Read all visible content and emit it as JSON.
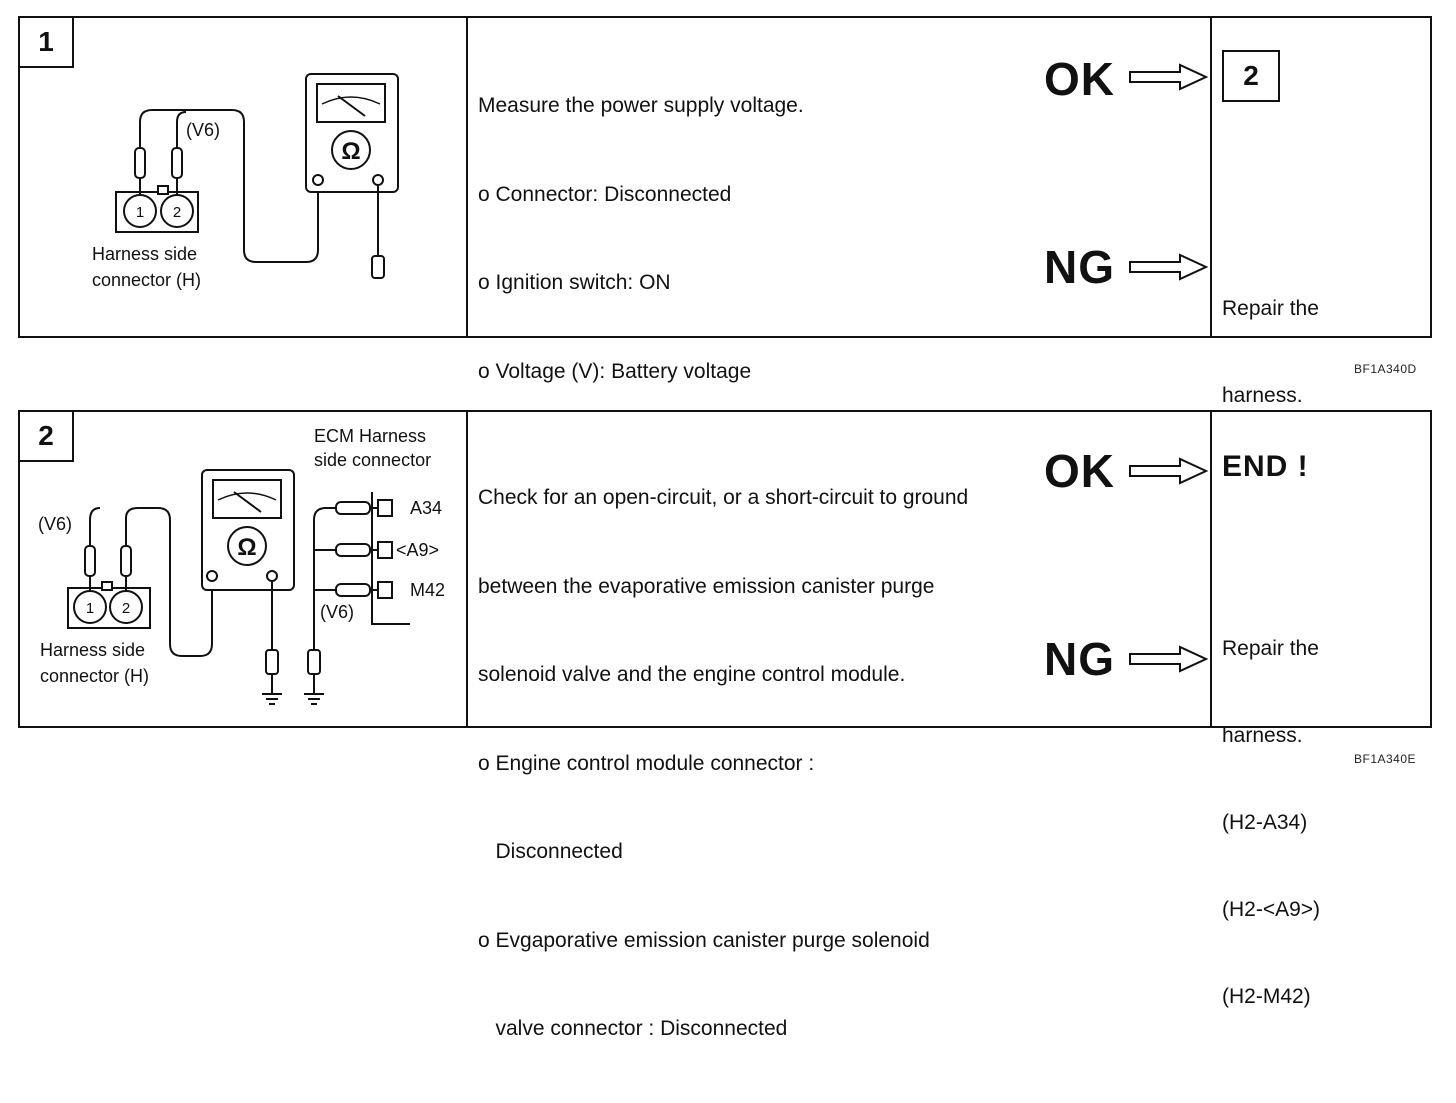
{
  "step1": {
    "number": "1",
    "diagram": {
      "wire_label": "(V6)",
      "pin1": "1",
      "pin2": "2",
      "meter_symbol": "Ω",
      "connector_label_line1": "Harness side",
      "connector_label_line2": "connector (H)"
    },
    "instructions": [
      "Measure the power supply voltage.",
      "o Connector: Disconnected",
      "o Ignition switch: ON",
      "o Voltage (V): Battery voltage"
    ],
    "ok_label": "OK",
    "ng_label": "NG",
    "ok_result": "2",
    "ng_result_line1": "Repair the",
    "ng_result_line2": "harness.",
    "ref_code": "BF1A340D"
  },
  "step2": {
    "number": "2",
    "diagram": {
      "wire_label_left": "(V6)",
      "wire_label_right": "(V6)",
      "pin1": "1",
      "pin2": "2",
      "meter_symbol": "Ω",
      "connector_label_line1": "Harness side",
      "connector_label_line2": "connector (H)",
      "ecm_label_line1": "ECM Harness",
      "ecm_label_line2": "side connector",
      "term1": "A34",
      "term2": "<A9>",
      "term3": "M42"
    },
    "instructions": [
      "Check for an open-circuit, or a short-circuit to ground",
      "between the evaporative emission canister purge",
      "solenoid valve and the engine control module.",
      "o Engine control module connector :",
      "   Disconnected",
      "o Evgaporative emission canister purge solenoid",
      "   valve connector : Disconnected"
    ],
    "ok_label": "OK",
    "ng_label": "NG",
    "ok_result": "END !",
    "ng_result": [
      "Repair the",
      "harness.",
      "(H2-A34)",
      "(H2-<A9>)",
      "(H2-M42)"
    ],
    "ref_code": "BF1A340E"
  }
}
